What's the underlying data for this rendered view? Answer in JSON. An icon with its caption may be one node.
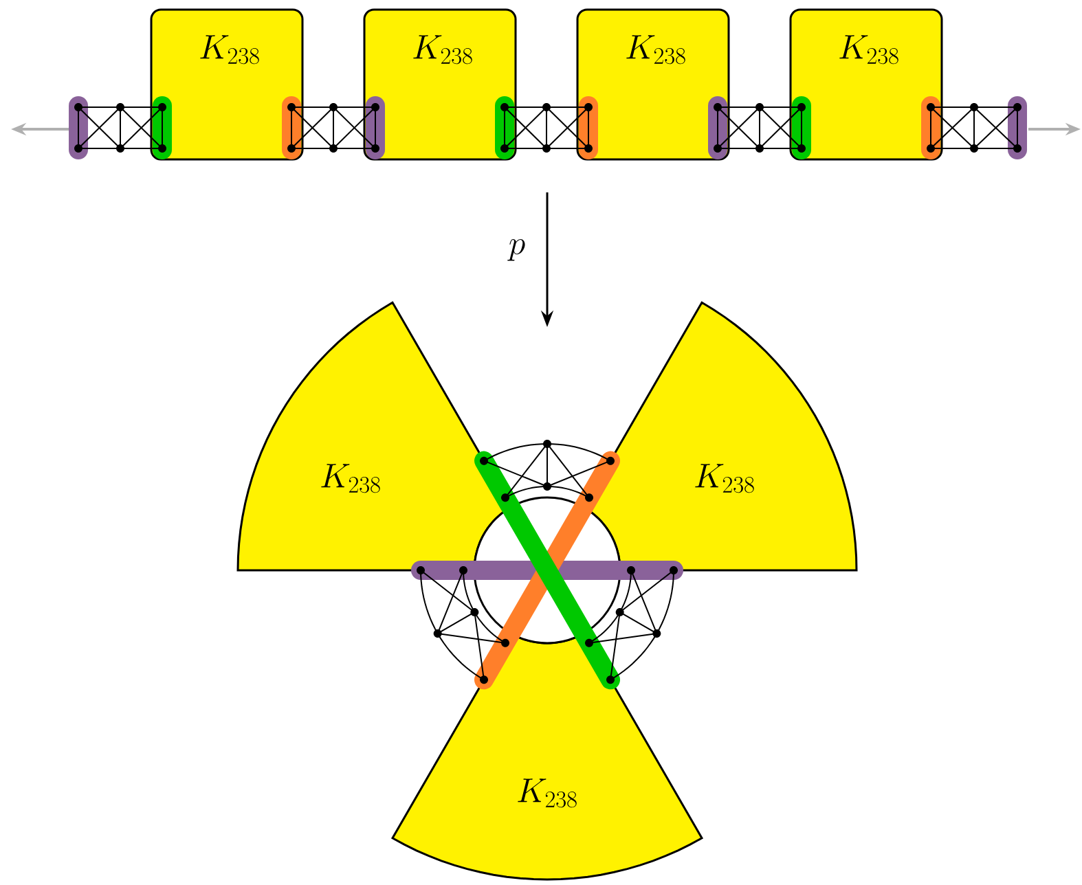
{
  "diagram": {
    "nodes": [
      {
        "text": [
          "K_{238}"
        ]
      },
      {
        "text": [
          "K_{238}"
        ]
      },
      {
        "text": [
          "K_{238}"
        ]
      },
      {
        "text": [
          "K_{238}"
        ]
      },
      {
        "text": [
          "K_{238}"
        ]
      },
      {
        "text": [
          "K_{238}"
        ]
      },
      {
        "text": [
          "K_{238}"
        ]
      }
    ],
    "labels": [
      "p"
    ]
  }
}
